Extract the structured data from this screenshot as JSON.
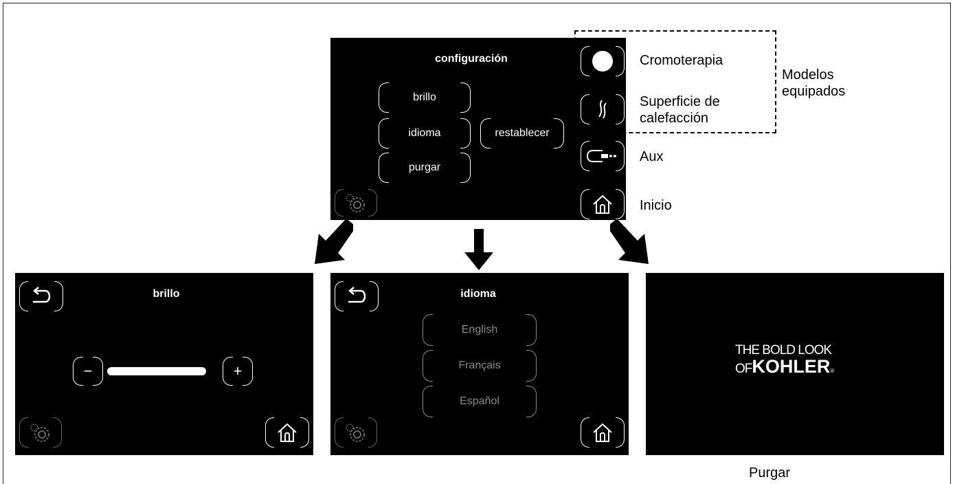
{
  "main_screen": {
    "title": "configuración",
    "buttons": [
      "brillo",
      "idioma",
      "purgar",
      "restablecer"
    ]
  },
  "side_labels": {
    "cromoterapia": "Cromoterapia",
    "superficie": "Superficie de calefacción",
    "aux": "Aux",
    "inicio": "Inicio",
    "modelos": "Modelos equipados"
  },
  "brillo_screen": {
    "title": "brillo",
    "minus": "−",
    "plus": "+",
    "level": 1.0
  },
  "idioma_screen": {
    "title": "idioma",
    "languages": [
      "English",
      "Français",
      "Español"
    ]
  },
  "purgar_screen": {
    "logo_line1": "THE BOLD LOOK",
    "logo_line2_prefix": "OF",
    "logo_brand": "KOHLER",
    "caption": "Purgar"
  },
  "icons": {
    "gear": "gear-icon",
    "home": "home-icon",
    "back": "back-arrow-icon",
    "circle": "chromotherapy-circle-icon",
    "flame": "heat-flame-icon",
    "aux": "aux-plug-icon"
  }
}
